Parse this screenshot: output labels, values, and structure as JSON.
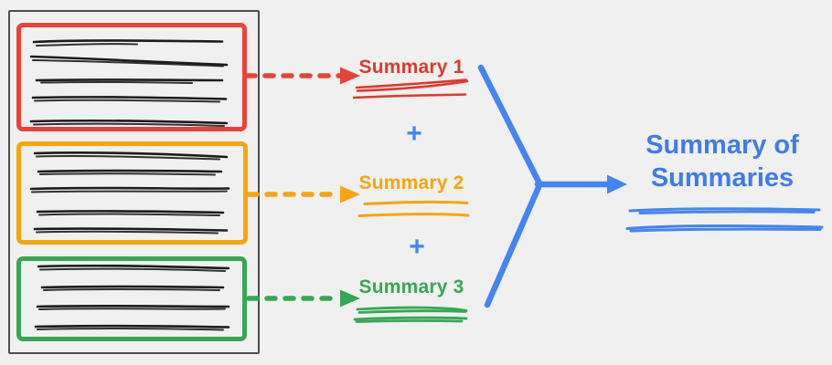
{
  "diagram": {
    "description": "map-reduce summarization diagram",
    "colors": {
      "background": "#F0F0F0",
      "container_border": "#4D4D4D",
      "text_ink": "#1C1C1C",
      "red": "#EA4335",
      "orange": "#F9A40A",
      "green": "#34A853",
      "blue": "#4285F4"
    },
    "document_boxes": [
      {
        "name": "document-1",
        "border_color": "#EA4335",
        "text_line_count": 5
      },
      {
        "name": "document-2",
        "border_color": "#F9A40A",
        "text_line_count": 5
      },
      {
        "name": "document-3",
        "border_color": "#34A853",
        "text_line_count": 4
      }
    ],
    "summaries": [
      {
        "label": "Summary 1",
        "color": "#EA4335"
      },
      {
        "label": "Summary 2",
        "color": "#F9A40A"
      },
      {
        "label": "Summary 3",
        "color": "#34A853"
      }
    ],
    "plus_label": "+",
    "final_summary": {
      "label": "Summary of Summaries",
      "color": "#4285F4"
    }
  }
}
